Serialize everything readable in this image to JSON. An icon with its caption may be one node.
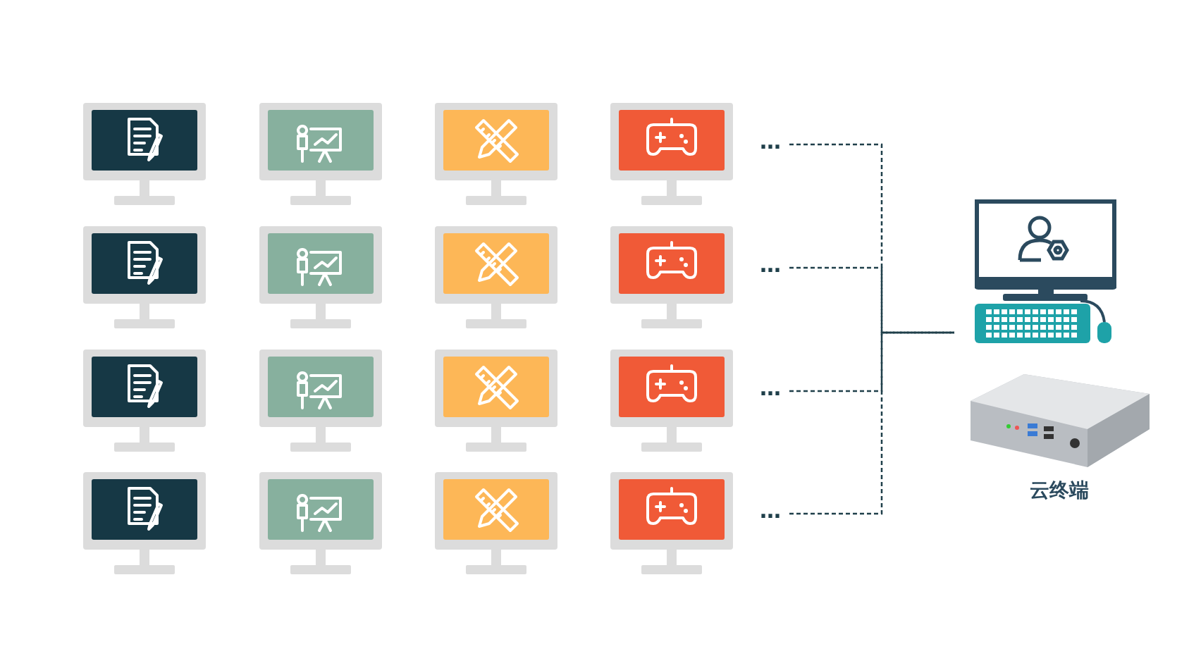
{
  "diagram": {
    "nodes": [
      {
        "text": [],
        "shape": "picture"
      },
      {
        "text": [],
        "shape": "picture"
      },
      {
        "text": [],
        "shape": "picture"
      },
      {
        "text": [],
        "shape": "picture"
      },
      {
        "text": [],
        "shape": "picture"
      },
      {
        "text": [],
        "shape": "picture"
      },
      {
        "text": [],
        "shape": "picture"
      },
      {
        "text": [],
        "shape": "picture"
      },
      {
        "text": [],
        "shape": "picture"
      },
      {
        "text": [],
        "shape": "picture"
      },
      {
        "text": [],
        "shape": "picture"
      },
      {
        "text": [],
        "shape": "picture"
      },
      {
        "text": [],
        "shape": "picture"
      },
      {
        "text": [],
        "shape": "picture"
      },
      {
        "text": [],
        "shape": "picture"
      },
      {
        "text": [],
        "shape": "picture"
      },
      {
        "text": [
          "…"
        ]
      },
      {
        "text": [
          "…"
        ]
      },
      {
        "text": [
          "…"
        ]
      },
      {
        "text": [
          "…"
        ]
      },
      {
        "text": [],
        "shape": "picture"
      },
      {
        "text": [],
        "shape": "picture",
        "beside": [
          "云终端"
        ]
      }
    ],
    "edges": [
      {
        "from": 16,
        "to": 20,
        "arrow": "none",
        "style": "dashed"
      },
      {
        "from": 17,
        "to": 20,
        "arrow": "none",
        "style": "dashed"
      },
      {
        "from": 18,
        "to": 20,
        "arrow": "none",
        "style": "dashed"
      },
      {
        "from": 19,
        "to": 20,
        "arrow": "none",
        "style": "dashed"
      }
    ]
  }
}
